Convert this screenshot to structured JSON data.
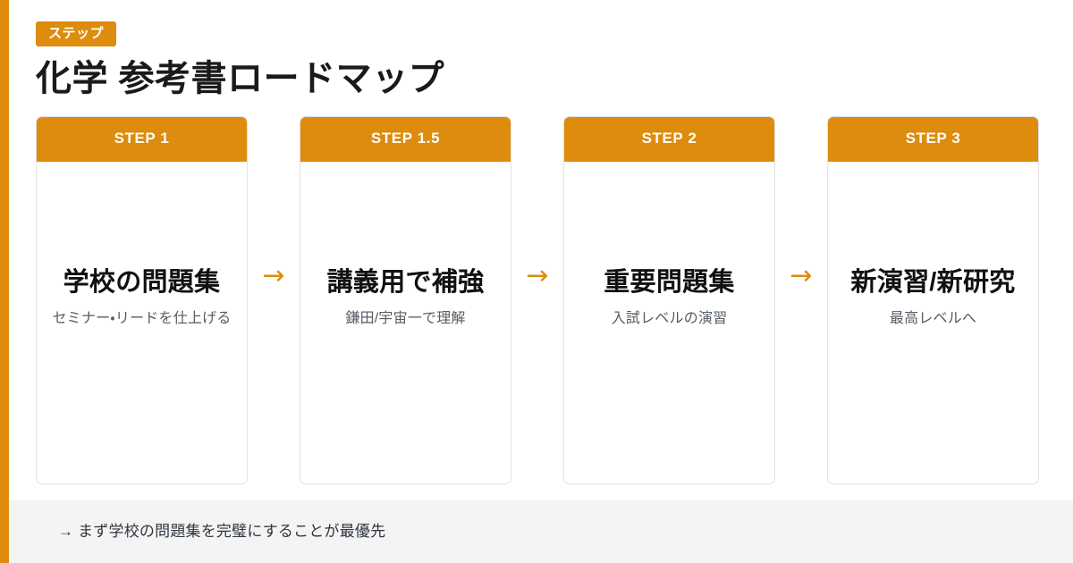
{
  "theme": {
    "accent": "#dd8c0e",
    "card_border": "#e2e2e2",
    "footer_bg": "#f4f4f4",
    "title_color": "#1a1a1a",
    "subtitle_color": "#555c63"
  },
  "header": {
    "badge": "ステップ",
    "title": "化学 参考書ロードマップ"
  },
  "steps": [
    {
      "step_label": "STEP 1",
      "title": "学校の問題集",
      "subtitle": "セミナー・リードを仕上げる"
    },
    {
      "step_label": "STEP 1.5",
      "title": "講義用で補強",
      "subtitle": "鎌田/宇宙一で理解"
    },
    {
      "step_label": "STEP 2",
      "title": "重要問題集",
      "subtitle": "入試レベルの演習"
    },
    {
      "step_label": "STEP 3",
      "title": "新演習/新研究",
      "subtitle": "最高レベルへ"
    }
  ],
  "arrows": {
    "glyph": "→"
  },
  "footer": {
    "note": "→ まず学校の問題集を完璧にすることが最優先"
  }
}
